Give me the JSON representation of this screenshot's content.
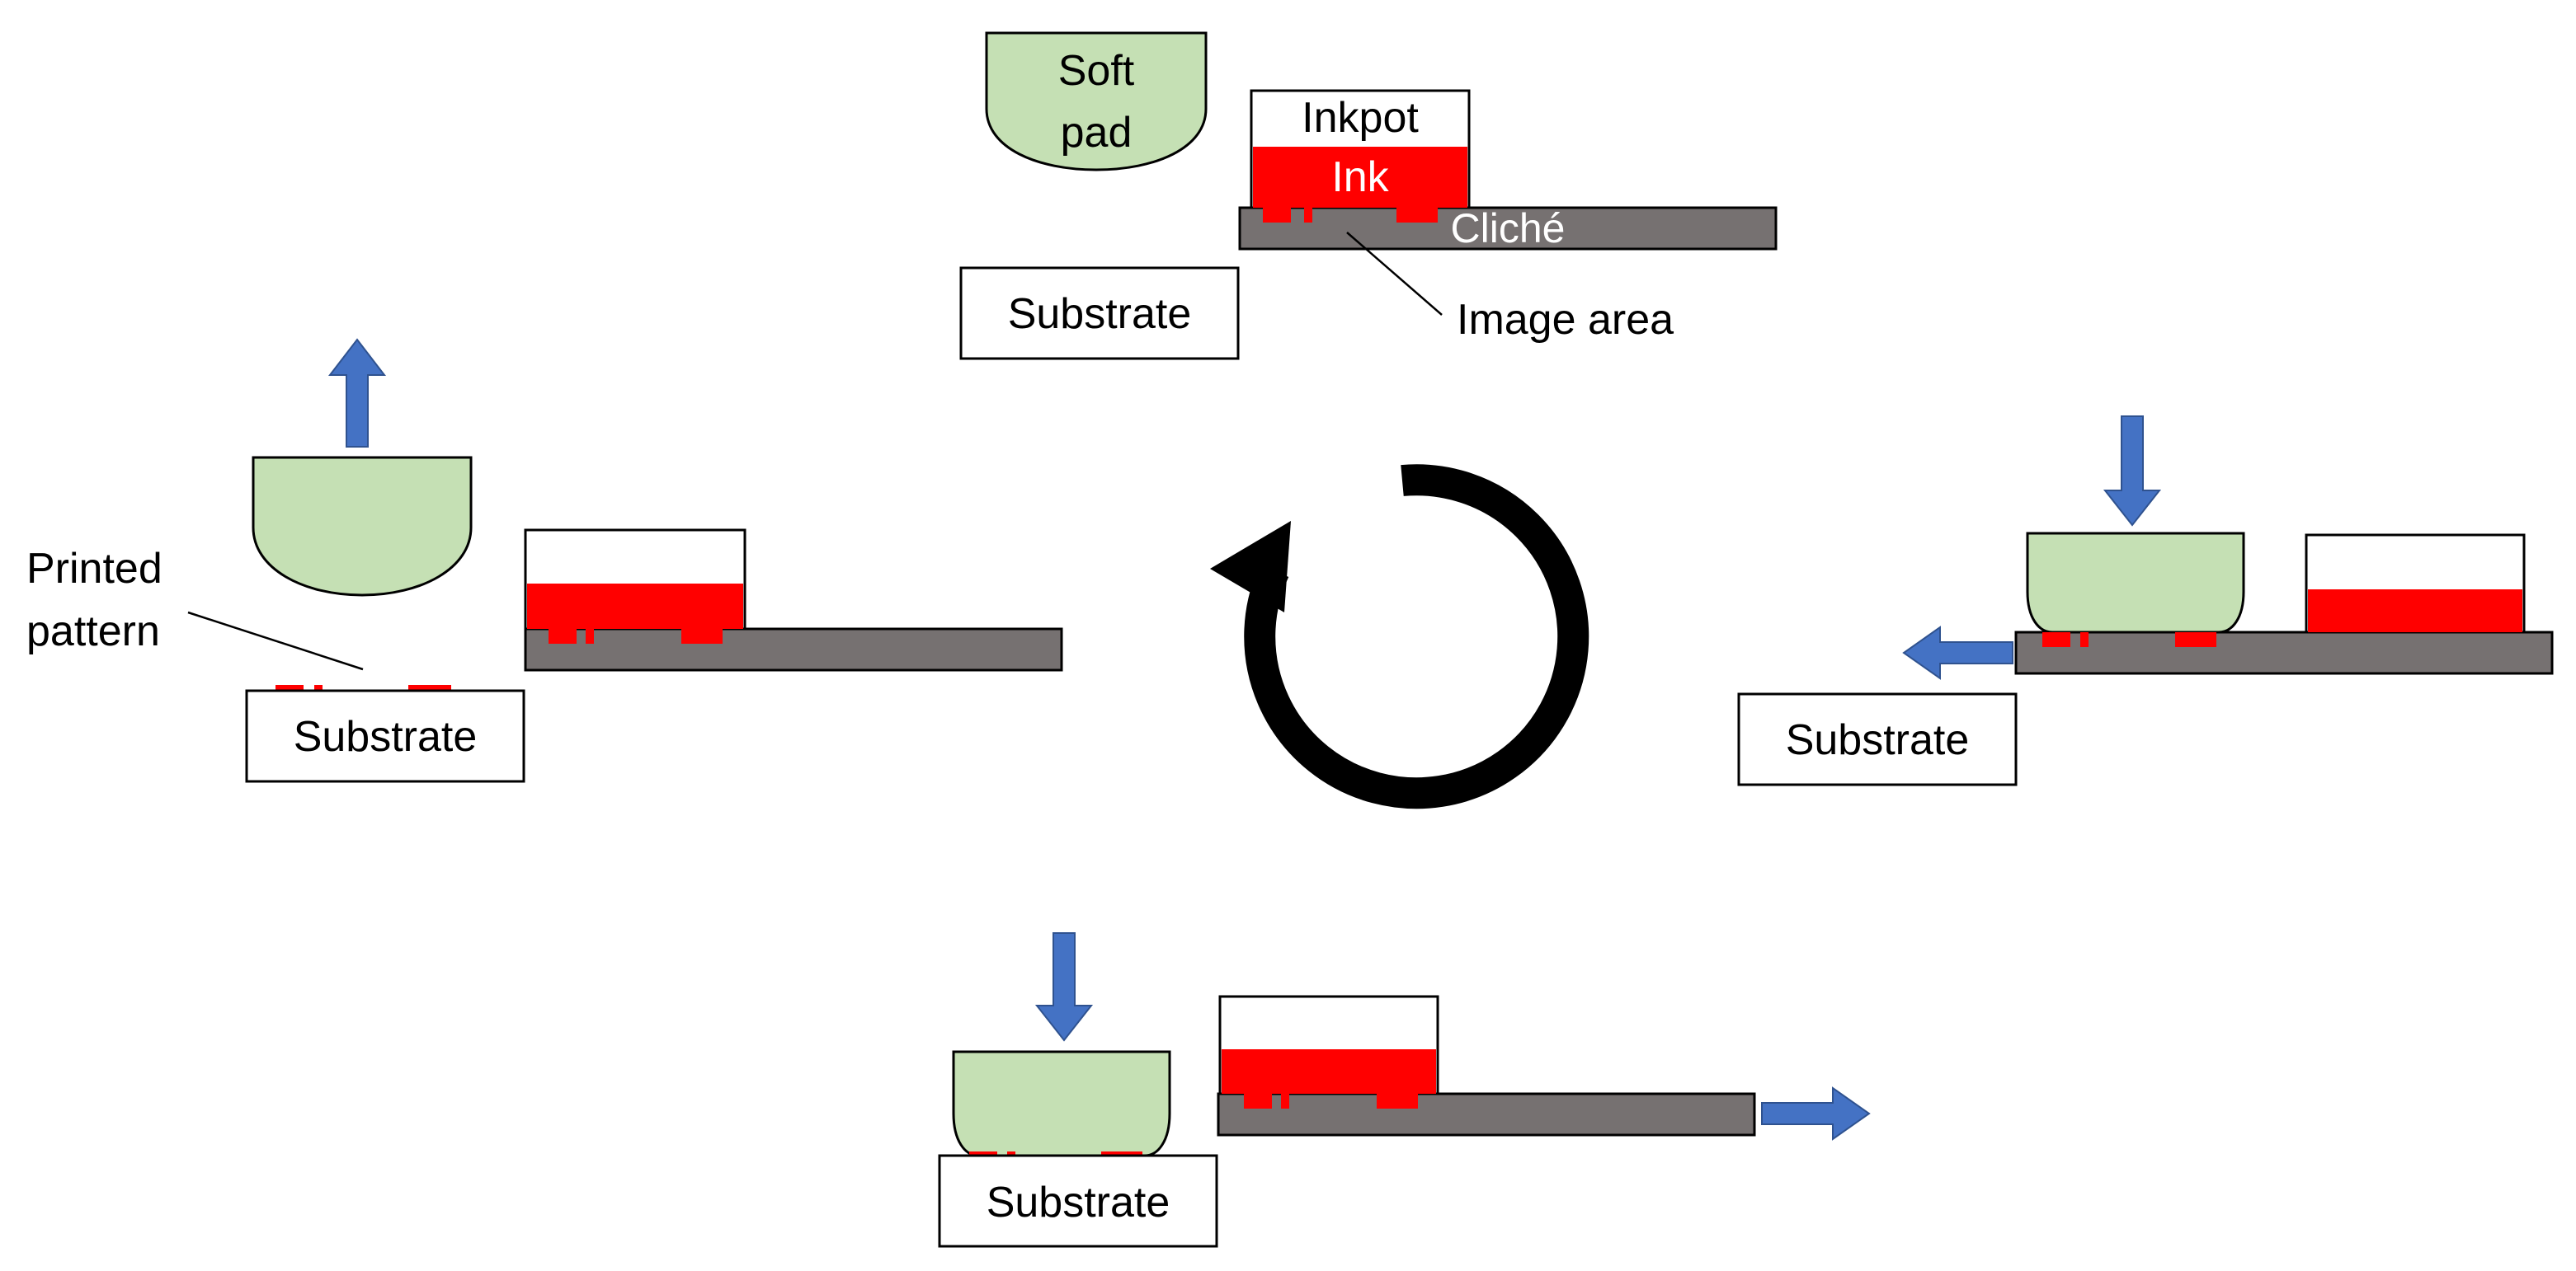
{
  "labels": {
    "soft_pad_line1": "Soft",
    "soft_pad_line2": "pad",
    "inkpot": "Inkpot",
    "ink": "Ink",
    "cliche": "Cliché",
    "image_area": "Image area",
    "substrate": "Substrate",
    "printed_pattern_line1": "Printed",
    "printed_pattern_line2": "pattern"
  },
  "colors": {
    "pad_fill": "#c5e0b4",
    "ink": "#ff0000",
    "cliche": "#767171",
    "arrow": "#4472c4",
    "cycle_arrow": "#000000",
    "outline": "#000000",
    "label_white": "#ffffff"
  },
  "icons": {
    "cycle": "circular-cycle-arrow",
    "motion": "block-arrow"
  }
}
